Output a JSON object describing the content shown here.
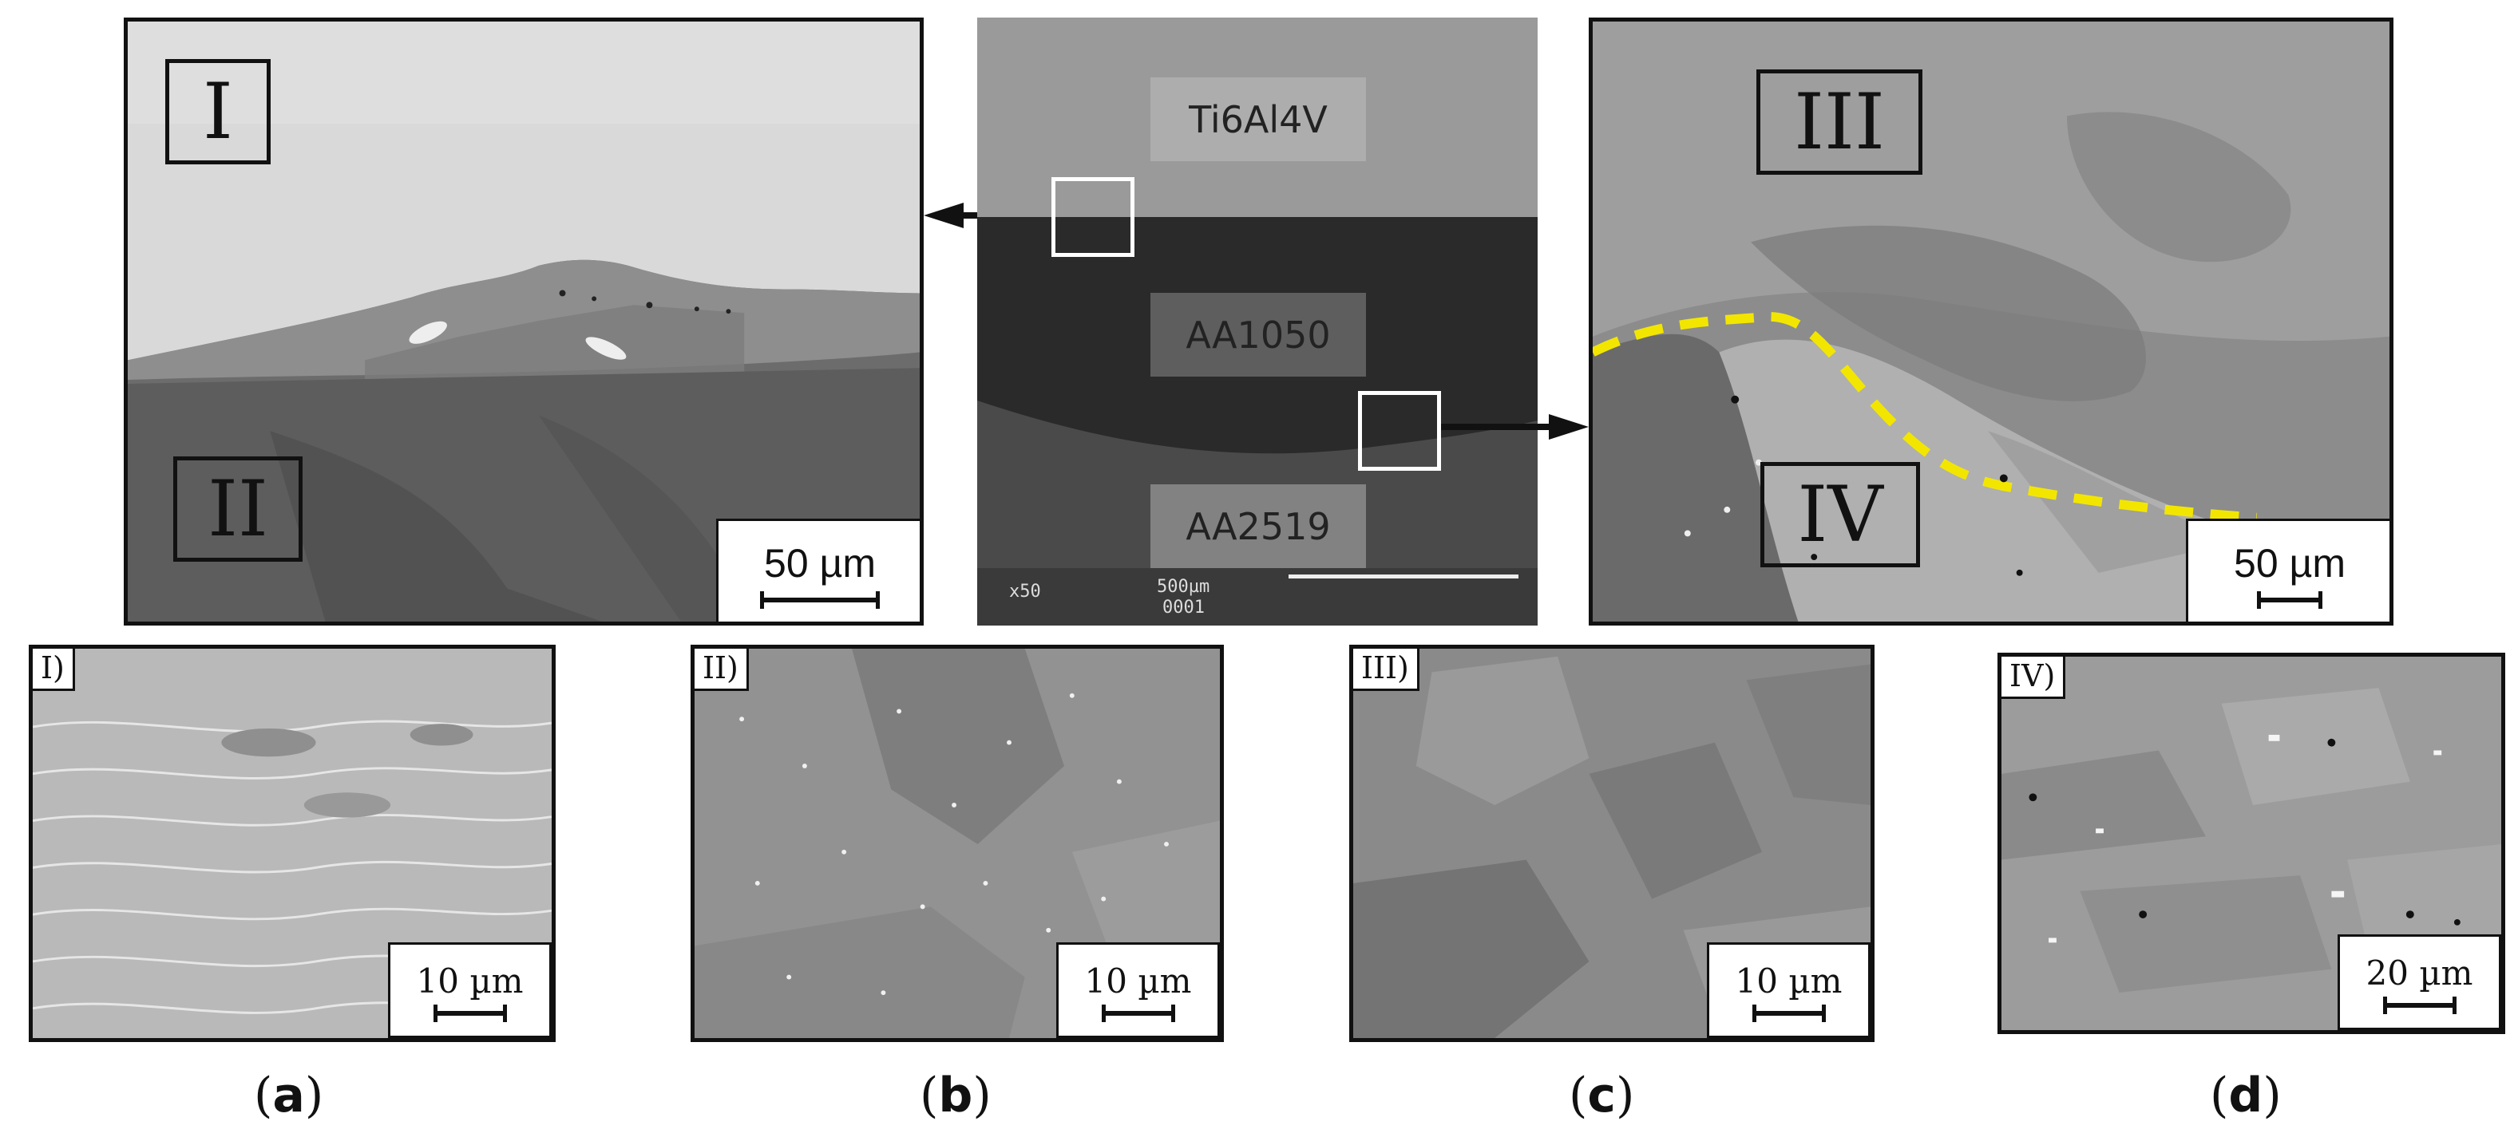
{
  "center_image": {
    "layers": [
      "Ti6Al4V",
      "AA1050",
      "AA2519"
    ],
    "magnification": "x50",
    "scale": "500µm",
    "image_number": "0001"
  },
  "top_left": {
    "regions": [
      "I",
      "II"
    ],
    "scale": "50 µm"
  },
  "top_right": {
    "regions": [
      "III",
      "IV"
    ],
    "scale": "50 µm"
  },
  "bottom_panels": [
    {
      "label": "I)",
      "scale": "10 µm",
      "caption": "a"
    },
    {
      "label": "II)",
      "scale": "10 µm",
      "caption": "b"
    },
    {
      "label": "III)",
      "scale": "10 µm",
      "caption": "c"
    },
    {
      "label": "IV)",
      "scale": "20 µm",
      "caption": "d"
    }
  ],
  "colors": {
    "interface_line": "#f2e600",
    "frame": "#111111"
  }
}
